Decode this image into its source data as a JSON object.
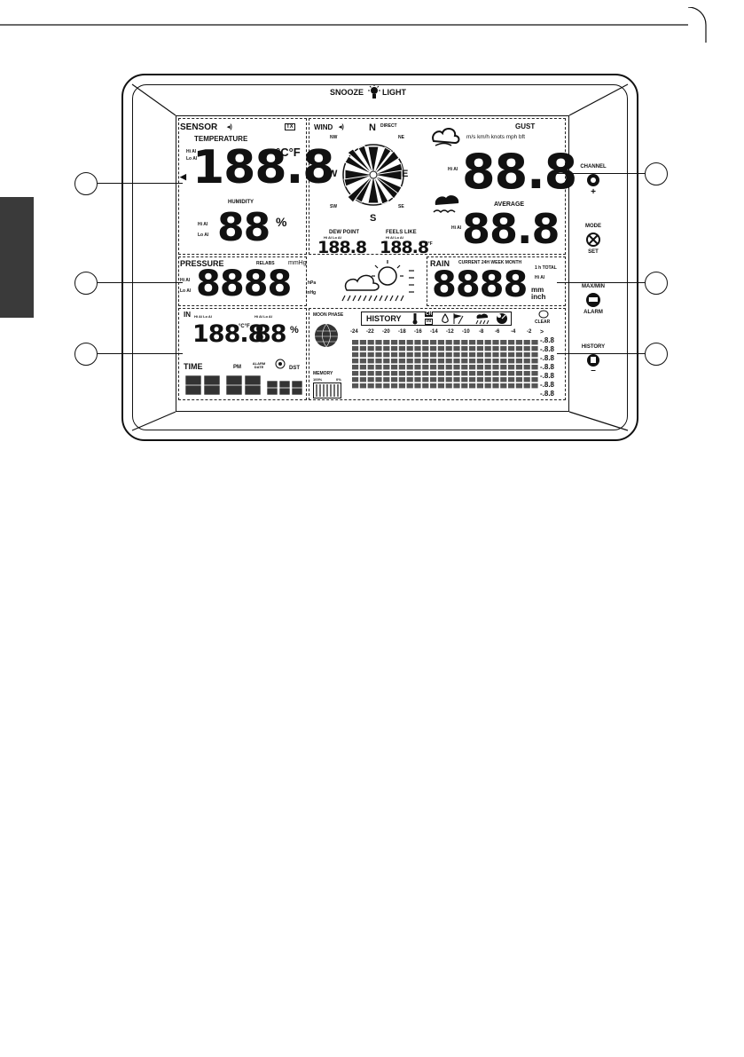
{
  "brand": {
    "left": "SNOOZE",
    "right": "LIGHT"
  },
  "sensor": {
    "title": "SENSOR",
    "tx": "TX",
    "temperature_label": "TEMPERATURE",
    "temp_units": "°C°F",
    "temp_value": "188.8",
    "temp_hi": "Hi Al",
    "temp_lo": "Lo Al",
    "humidity_label": "HUMIDITY",
    "humidity_value": "88",
    "humidity_unit": "%",
    "hum_hi": "Hi Al",
    "hum_lo": "Lo Al"
  },
  "wind": {
    "title": "WIND",
    "direct": "DIRECT",
    "compass": {
      "n": "N",
      "s": "S",
      "e": "E",
      "w": "W",
      "nw": "NW",
      "ne": "NE",
      "sw": "SW",
      "se": "SE"
    },
    "gust_label": "GUST",
    "units": "m/s km/h knots mph bft",
    "gust_value": "88.8",
    "gust_hi": "Hi Al",
    "average_label": "AVERAGE",
    "average_value": "88.8",
    "avg_hi": "Hi Al",
    "dew_point_label": "DEW POINT",
    "dew_point_value": "188.8",
    "dew_alarms": "Hi Al Lo Al",
    "feels_like_label": "FEELS LIKE",
    "feels_like_value": "188.8",
    "feels_alarms": "Hi Al Lo Al",
    "feels_units": "°C°F"
  },
  "pressure": {
    "title": "PRESSURE",
    "relabs": "RELABS",
    "unit_mmhg": "mmHg",
    "unit_hpa": "hPa",
    "unit_inhg": "inHg",
    "value": "8888",
    "hi": "Hi Al",
    "lo": "Lo Al"
  },
  "rain": {
    "title": "RAIN",
    "periods": "CURRENT 24H WEEK MONTH",
    "total": "1 h TOTAL",
    "value": "8888",
    "hi": "Hi Al",
    "unit_mm": "mm",
    "unit_inch": "inch"
  },
  "indoor": {
    "title": "IN",
    "alarms_temp": "Hi Al Lo Al",
    "alarms_hum": "Hi Al Lo Al",
    "temp_value": "188.8",
    "temp_units": "°C°F",
    "hum_value": "88",
    "hum_unit": "%"
  },
  "time": {
    "title": "TIME",
    "pm": "PM",
    "alarm_date": "ALARM DATE",
    "dst": "DST"
  },
  "moon": {
    "label": "MOON PHASE"
  },
  "memory": {
    "label": "MEMORY",
    "full": "100%",
    "empty": "0%"
  },
  "history": {
    "title": "HISTORY",
    "ch": "CH",
    "in": "IN",
    "clear": "CLEAR",
    "hours": [
      "-24",
      "-22",
      "-20",
      "-18",
      "-16",
      "-14",
      "-12",
      "-10",
      "-8",
      "-6",
      "-4",
      "-2"
    ],
    "arrow": ">",
    "scale": [
      "-.8.8",
      "-.8.8",
      "-.8.8",
      "-.8.8",
      "-.8.8",
      "-.8.8",
      "-.8.8"
    ]
  },
  "buttons": {
    "channel": "CHANNEL",
    "channel_sign": "+",
    "mode": "MODE",
    "set": "SET",
    "maxmin": "MAX/MIN",
    "alarm": "ALARM",
    "history": "HISTORY",
    "history_sign": "–"
  }
}
